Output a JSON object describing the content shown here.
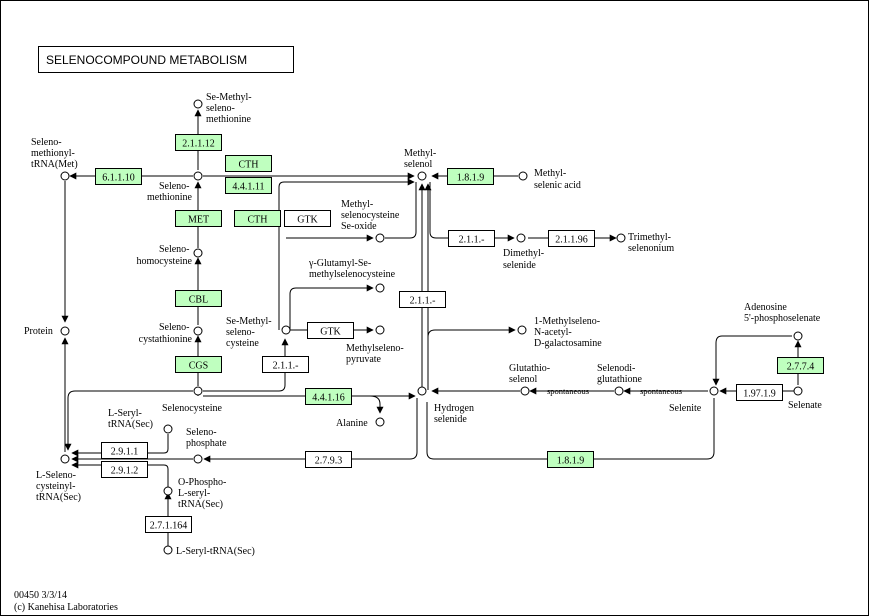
{
  "title": "SELENOCOMPOUND METABOLISM",
  "footer": {
    "line1": "00450 3/3/14",
    "line2": "(c) Kanehisa Laboratories"
  },
  "colors": {
    "gene_box": "#bfffbf",
    "box_border": "#000000",
    "background": "#ffffff"
  },
  "enzymes": {
    "e_2_1_1_12": "2.1.1.12",
    "e_cth_top": "CTH",
    "e_4_4_1_11": "4.4.1.11",
    "e_6_1_1_10": "6.1.1.10",
    "e_met": "MET",
    "e_cth_mid": "CTH",
    "e_gtk_mid": "GTK",
    "e_cbl": "CBL",
    "e_cgs": "CGS",
    "e_1_8_1_9_top": "1.8.1.9",
    "e_2_1_1_a": "2.1.1.-",
    "e_2_1_1_96": "2.1.1.96",
    "e_2_1_1_b": "2.1.1.-",
    "e_gtk_low": "GTK",
    "e_2_1_1_c": "2.1.1.-",
    "e_4_4_1_16": "4.4.1.16",
    "e_2_9_1_1": "2.9.1.1",
    "e_2_9_1_2": "2.9.1.2",
    "e_2_7_9_3": "2.7.9.3",
    "e_1_8_1_9_bot": "1.8.1.9",
    "e_2_7_7_4": "2.7.7.4",
    "e_1_97_1_9": "1.97.1.9",
    "e_2_7_1_164": "2.7.1.164"
  },
  "labels": {
    "se_methyl_selenomethionine": [
      "Se-Methyl-",
      "seleno-",
      "methionine"
    ],
    "selenomethionyl_trna": [
      "Seleno-",
      "methionyl-",
      "tRNA(Met)"
    ],
    "selenomethionine": [
      "Seleno-",
      "methionine"
    ],
    "selenohomocysteine": [
      "Seleno-",
      "homocysteine"
    ],
    "selenocystathionine": [
      "Seleno-",
      "cystathionine"
    ],
    "protein": "Protein",
    "selenocysteine": "Selenocysteine",
    "methylselenol": [
      "Methyl-",
      "selenol"
    ],
    "methylselenic_acid": [
      "Methyl-",
      "selenic acid"
    ],
    "methylselenocysteine_seoxide": [
      "Methyl-",
      "selenocysteine",
      "Se-oxide"
    ],
    "dimethylselenide": [
      "Dimethyl-",
      "selenide"
    ],
    "trimethylselenonium": [
      "Trimethyl-",
      "selenonium"
    ],
    "glutamyl_methylselenocysteine": [
      "γ-Glutamyl-Se-",
      "methylselenocysteine"
    ],
    "se_methylselenocysteine": [
      "Se-Methyl-",
      "seleno-",
      "cysteine"
    ],
    "methylselenopyruvate": [
      "Methylseleno-",
      "pyruvate"
    ],
    "methylseleno_galactosamine": [
      "1-Methylseleno-",
      "N-acetyl-",
      "D-galactosamine"
    ],
    "glutathioselenol": [
      "Glutathio-",
      "selenol"
    ],
    "selenodiglutathione": [
      "Selenodi-",
      "glutathione"
    ],
    "adenosine_phosphoselenate": [
      "Adenosine",
      "5'-phosphoselenate"
    ],
    "spontaneous_1": "spontaneous",
    "spontaneous_2": "spontaneous",
    "selenite": "Selenite",
    "selenate": "Selenate",
    "hydrogen_selenide": [
      "Hydrogen",
      "selenide"
    ],
    "alanine": "Alanine",
    "l_seryl_trna": [
      "L-Seryl-",
      "tRNA(Sec)"
    ],
    "selenophosphate": [
      "Seleno-",
      "phosphate"
    ],
    "l_selenocysteinyl_trna": [
      "L-Seleno-",
      "cysteinyl-",
      "tRNA(Sec)"
    ],
    "o_phospho_l_seryl_trna": [
      "O-Phospho-",
      "L-seryl-",
      "tRNA(Sec)"
    ],
    "l_seryl_trna_bottom": "L-Seryl-tRNA(Sec)"
  }
}
